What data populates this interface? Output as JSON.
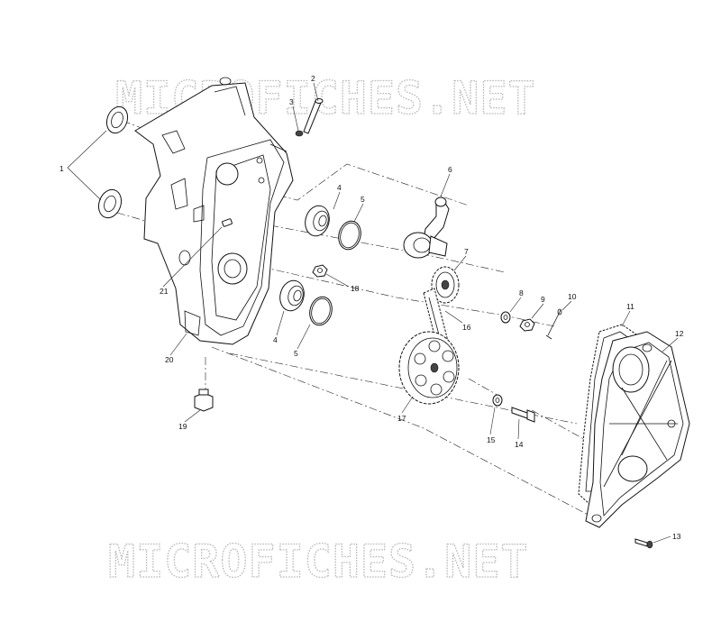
{
  "watermarks": [
    "MICROFICHES.NET",
    "MICROFICHES.NET"
  ],
  "callouts": [
    {
      "id": "1",
      "text": "1"
    },
    {
      "id": "2",
      "text": "2"
    },
    {
      "id": "3",
      "text": "3"
    },
    {
      "id": "4a",
      "text": "4"
    },
    {
      "id": "5a",
      "text": "5"
    },
    {
      "id": "6",
      "text": "6"
    },
    {
      "id": "7",
      "text": "7"
    },
    {
      "id": "8",
      "text": "8"
    },
    {
      "id": "9",
      "text": "9"
    },
    {
      "id": "10",
      "text": "10"
    },
    {
      "id": "11",
      "text": "11"
    },
    {
      "id": "12",
      "text": "12"
    },
    {
      "id": "13",
      "text": "13"
    },
    {
      "id": "14",
      "text": "14"
    },
    {
      "id": "15",
      "text": "15"
    },
    {
      "id": "16",
      "text": "16"
    },
    {
      "id": "17",
      "text": "17"
    },
    {
      "id": "18",
      "text": "18"
    },
    {
      "id": "19",
      "text": "19"
    },
    {
      "id": "20",
      "text": "20"
    },
    {
      "id": "21",
      "text": "21"
    },
    {
      "id": "4b",
      "text": "4"
    },
    {
      "id": "5b",
      "text": "5"
    }
  ]
}
